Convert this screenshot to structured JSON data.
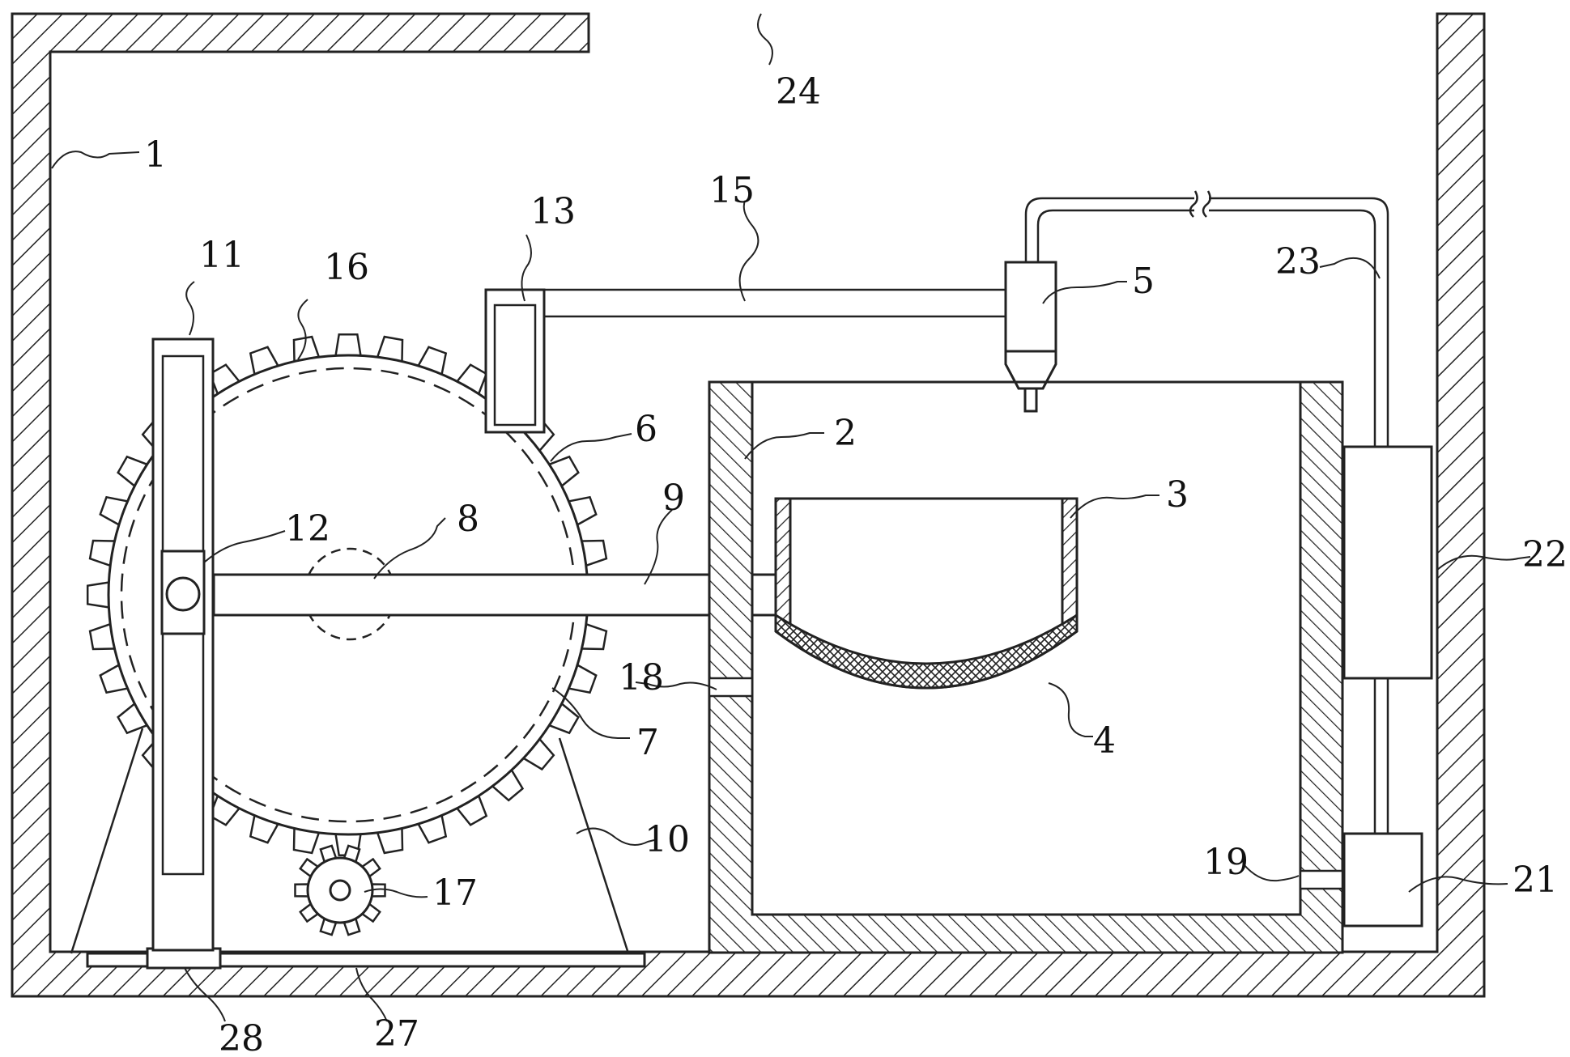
{
  "labels": {
    "n1": "1",
    "n2": "2",
    "n3": "3",
    "n4": "4",
    "n5": "5",
    "n6": "6",
    "n7": "7",
    "n8": "8",
    "n9": "9",
    "n10": "10",
    "n11": "11",
    "n12": "12",
    "n13": "13",
    "n15": "15",
    "n16": "16",
    "n17": "17",
    "n18": "18",
    "n19": "19",
    "n21": "21",
    "n22": "22",
    "n23": "23",
    "n24": "24",
    "n27": "27",
    "n28": "28"
  },
  "gears": {
    "large_teeth": 36,
    "small_teeth": 10
  }
}
